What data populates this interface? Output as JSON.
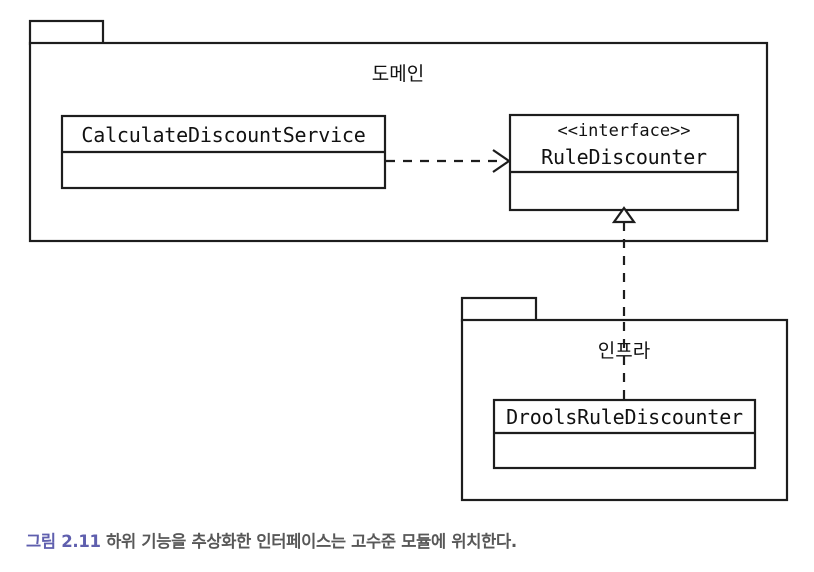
{
  "diagram": {
    "type": "uml-package-diagram",
    "packages": [
      {
        "id": "domain",
        "label": "도메인",
        "classes": [
          "calculate-discount-service",
          "rule-discounter"
        ]
      },
      {
        "id": "infra",
        "label": "인프라",
        "classes": [
          "drools-rule-discounter"
        ]
      }
    ],
    "classes": [
      {
        "id": "calculate-discount-service",
        "stereotype": "",
        "name": "CalculateDiscountService",
        "compartments": 2
      },
      {
        "id": "rule-discounter",
        "stereotype": "<<interface>>",
        "name": "RuleDiscounter",
        "compartments": 2
      },
      {
        "id": "drools-rule-discounter",
        "stereotype": "",
        "name": "DroolsRuleDiscounter",
        "compartments": 2
      }
    ],
    "relations": [
      {
        "id": "dependency",
        "kind": "dependency",
        "style": "dashed-open-arrow",
        "from": "calculate-discount-service",
        "to": "rule-discounter"
      },
      {
        "id": "realization",
        "kind": "realization",
        "style": "dashed-hollow-triangle",
        "from": "drools-rule-discounter",
        "to": "rule-discounter"
      }
    ]
  },
  "caption": {
    "number": "그림 2.11",
    "text": "하위 기능을 추상화한 인터페이스는 고수준 모듈에 위치한다.",
    "number_color": "#5f5fae",
    "text_color": "#585858"
  },
  "colors": {
    "stroke": "#1d1d1d",
    "background": "#ffffff"
  }
}
